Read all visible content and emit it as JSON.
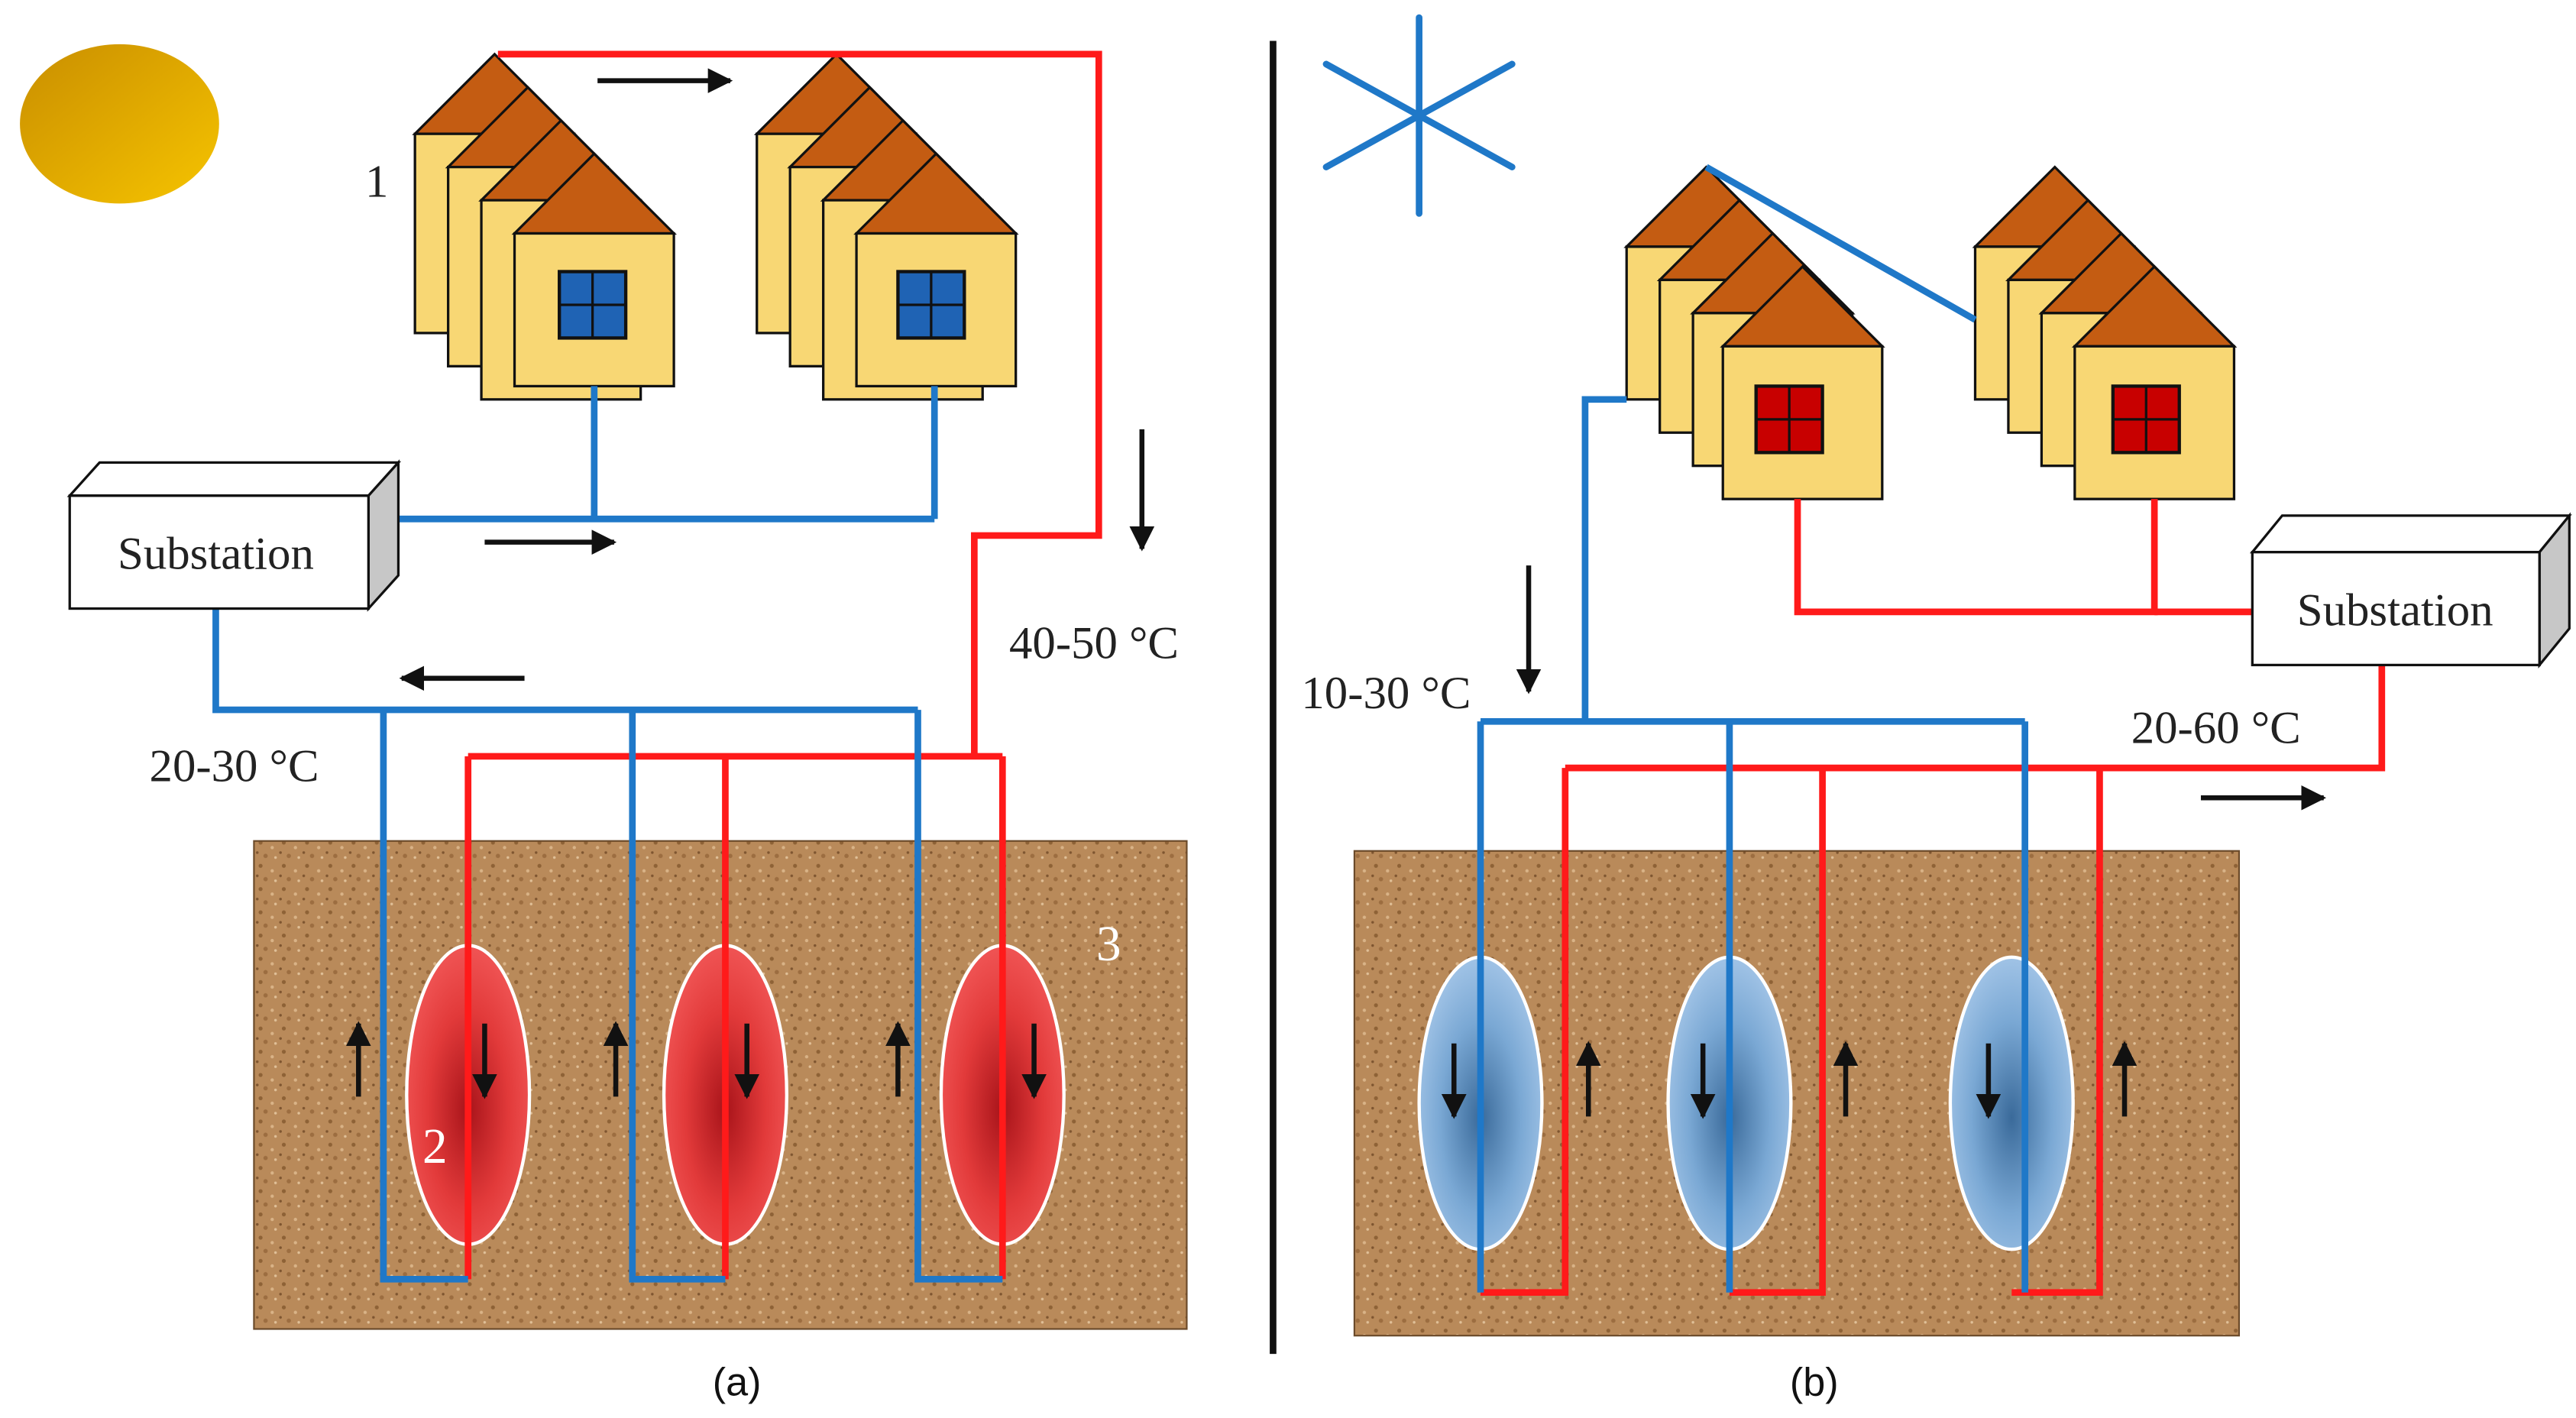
{
  "panel_a": {
    "caption": "(a)",
    "house_label": "1",
    "store_label": "2",
    "ground_label": "3",
    "substation_label": "Substation",
    "temp_cold": "20-30 °C",
    "temp_hot": "40-50 °C"
  },
  "panel_b": {
    "caption": "(b)",
    "substation_label": "Substation",
    "temp_cold": "10-30 °C",
    "temp_hot": "20-60 °C"
  },
  "colors": {
    "cold_pipe": "#1f78c8",
    "hot_pipe": "#ff1a1a",
    "ground": "#b98a5a",
    "house_wall": "#f8d774",
    "roof": "#c45c12",
    "window_summer": "#1f63b4",
    "window_winter": "#c80000",
    "sun": "#f0b400",
    "snowflake": "#1f78c8"
  },
  "icons": {
    "sun": "sun-icon",
    "snowflake": "snowflake-icon"
  }
}
